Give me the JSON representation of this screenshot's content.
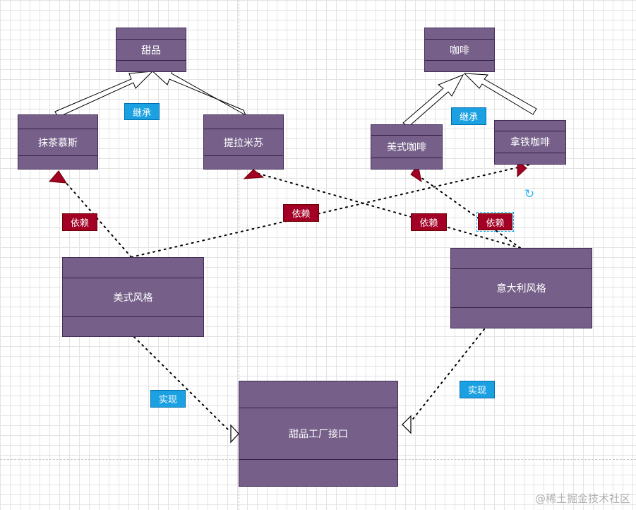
{
  "classes": {
    "tiandian": "甜品",
    "kafei": "咖啡",
    "mocha": "抹茶慕斯",
    "tiramisu": "提拉米苏",
    "americano": "美式咖啡",
    "latte": "拿铁咖啡",
    "american_style": "美式风格",
    "italian_style": "意大利风格",
    "factory": "甜品工厂接口"
  },
  "labels": {
    "inherit_left": "继承",
    "inherit_right": "继承",
    "depend_1": "依赖",
    "depend_2": "依赖",
    "depend_3": "依赖",
    "depend_4": "依赖",
    "implement_left": "实现",
    "implement_right": "实现"
  },
  "watermark": "@稀土掘金技术社区",
  "colors": {
    "class_fill": "#76608a",
    "class_border": "#432d57",
    "inherit_label": "#1ba1e2",
    "depend_label": "#a20025",
    "depend_arrow": "#a20025"
  }
}
